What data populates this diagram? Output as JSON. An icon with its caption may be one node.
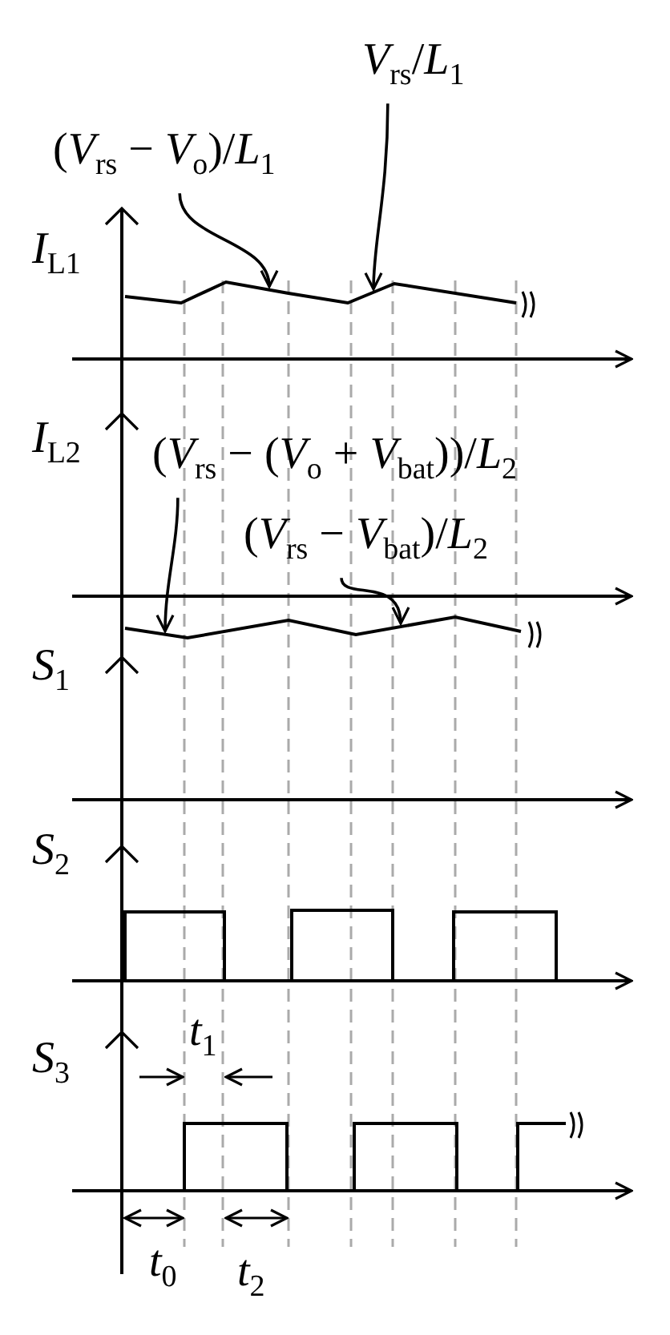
{
  "diagram": {
    "nodes": [
      {
        "text": [
          "(*V*$_{rs}$ − *V*$_{o}$)/*L*$_{1}$"
        ]
      },
      {
        "text": [
          "*V*$_{rs}$/*L*$_{1}$"
        ]
      },
      {
        "text": [
          "(*V*$_{rs}$ − (*V*$_{o}$ + *V*$_{bat}$))/*L*$_{2}$"
        ]
      },
      {
        "text": [
          "(*V*$_{rs}$ − *V*$_{bat}$)/*L*$_{2}$"
        ]
      },
      {
        "text": [],
        "shape": "line"
      },
      {
        "text": [],
        "shape": "line"
      }
    ],
    "edges": [
      {
        "from": 0,
        "to": 4,
        "arrow": "to"
      },
      {
        "from": 1,
        "to": 4,
        "arrow": "to"
      },
      {
        "from": 2,
        "to": 5,
        "arrow": "to"
      },
      {
        "from": 3,
        "to": 5,
        "arrow": "to"
      }
    ],
    "labels": [
      "*I*$_{L1}$",
      "*I*$_{L2}$",
      "*S*$_{1}$",
      "*S*$_{2}$",
      "*t*$_{1}$",
      "*S*$_{3}$",
      "*t*$_{0}$",
      "*t*$_{2}$"
    ]
  }
}
